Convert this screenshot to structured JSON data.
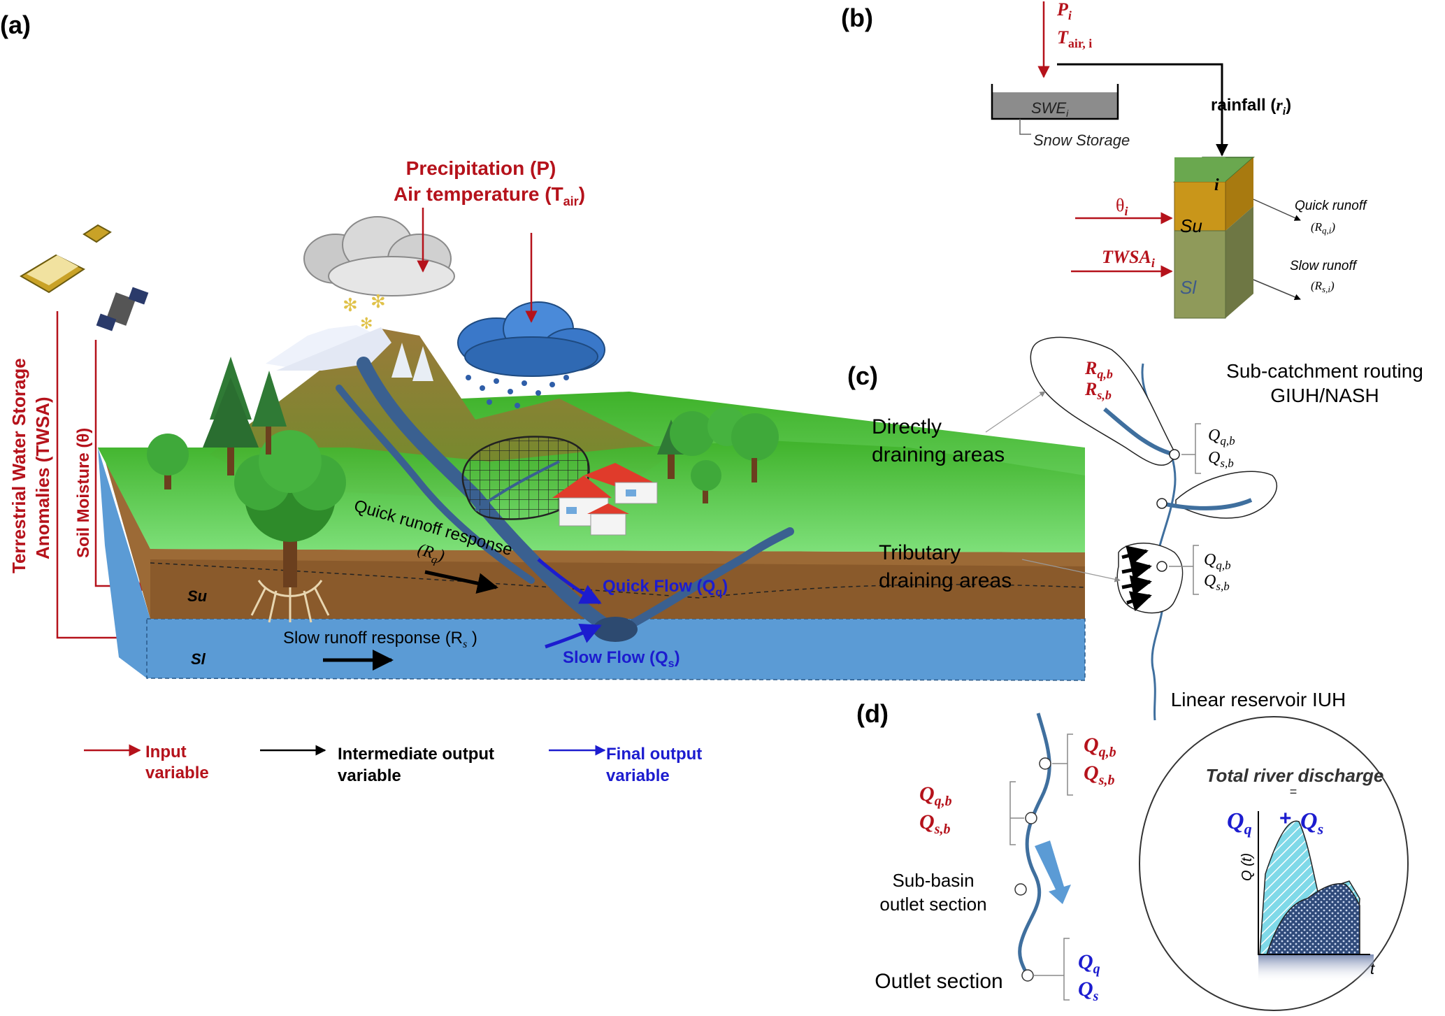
{
  "colors": {
    "input": "#b5121b",
    "intermediate": "#000000",
    "final": "#1c1ccf",
    "river": "#3f6f9e",
    "soil": "#9c6a36",
    "groundwater": "#5b9bd5",
    "grass": "#58c33a",
    "layer_i": "#6aa84f",
    "layer_su": "#c9961a",
    "layer_sl": "#8f9a5a",
    "snow_box": "#8c8c8c"
  },
  "panel_a": {
    "label": "(a)",
    "precip_line1": "Precipitation (P)",
    "precip_line2": "Air temperature (T",
    "precip_sub": "air",
    "precip_close": ")",
    "twsa_line1": "Terrestrial Water Storage",
    "twsa_line2": "Anomalies (TWSA)",
    "soil_moisture": "Soil Moisture (θ)",
    "quick_runoff": "Quick runoff response",
    "quick_runoff_sym": "(R",
    "quick_runoff_sub": "q",
    "slow_runoff": "Slow runoff response (R",
    "slow_runoff_sub": "s",
    "quick_flow": "Quick Flow (Q",
    "quick_flow_sub": "q",
    "slow_flow": "Slow Flow (Q",
    "slow_flow_sub": "s",
    "su": "Su",
    "sl": "Sl"
  },
  "legend": {
    "input_line1": "Input",
    "input_line2": "variable",
    "intermediate_line1": "Intermediate output",
    "intermediate_line2": "variable",
    "final_line1": "Final output",
    "final_line2": "variable"
  },
  "panel_b": {
    "label": "(b)",
    "p_i": "P",
    "p_i_sub": "i",
    "t_air": "T",
    "t_air_sub": "air, i",
    "swe": "SWE",
    "swe_sub": "i",
    "snow_storage": "Snow Storage",
    "rainfall": "rainfall (",
    "rainfall_sym": "r",
    "rainfall_sub": "i",
    "rainfall_close": ")",
    "theta": "θ",
    "theta_sub": "i",
    "twsa": "TWSA",
    "twsa_sub": "i",
    "layer_i": "i",
    "layer_su": "Su",
    "layer_sl": "Sl",
    "quick_runoff": "Quick runoff",
    "quick_runoff_sym": "(R",
    "quick_runoff_sub": "q,i",
    "slow_runoff": "Slow runoff",
    "slow_runoff_sym": "(R",
    "slow_runoff_sub": "s,i"
  },
  "panel_c": {
    "label": "(c)",
    "title_line1": "Sub-catchment routing",
    "title_line2": "GIUH/NASH",
    "direct_line1": "Directly",
    "direct_line2": "draining areas",
    "trib_line1": "Tributary",
    "trib_line2": "draining areas",
    "rq": "R",
    "rq_sub": "q,b",
    "rs": "R",
    "rs_sub": "s,b",
    "qq": "Q",
    "qq_sub": "q,b",
    "qs": "Q",
    "qs_sub": "s,b"
  },
  "panel_d": {
    "label": "(d)",
    "title": "Linear reservoir IUH",
    "qq": "Q",
    "qq_sub": "q,b",
    "qs": "Q",
    "qs_sub": "s,b",
    "subbasin_line1": "Sub-basin",
    "subbasin_line2": "outlet section",
    "outlet": "Outlet section",
    "out_qq": "Q",
    "out_qq_sub": "q",
    "out_qs": "Q",
    "out_qs_sub": "s",
    "total_line1": "Total river discharge",
    "total_eq": "=",
    "sum_q": "Q",
    "sum_q_sub": "q",
    "sum_plus": "+",
    "sum_s": "Q",
    "sum_s_sub": "s",
    "y_axis": "Q (t)",
    "x_axis": "t"
  }
}
